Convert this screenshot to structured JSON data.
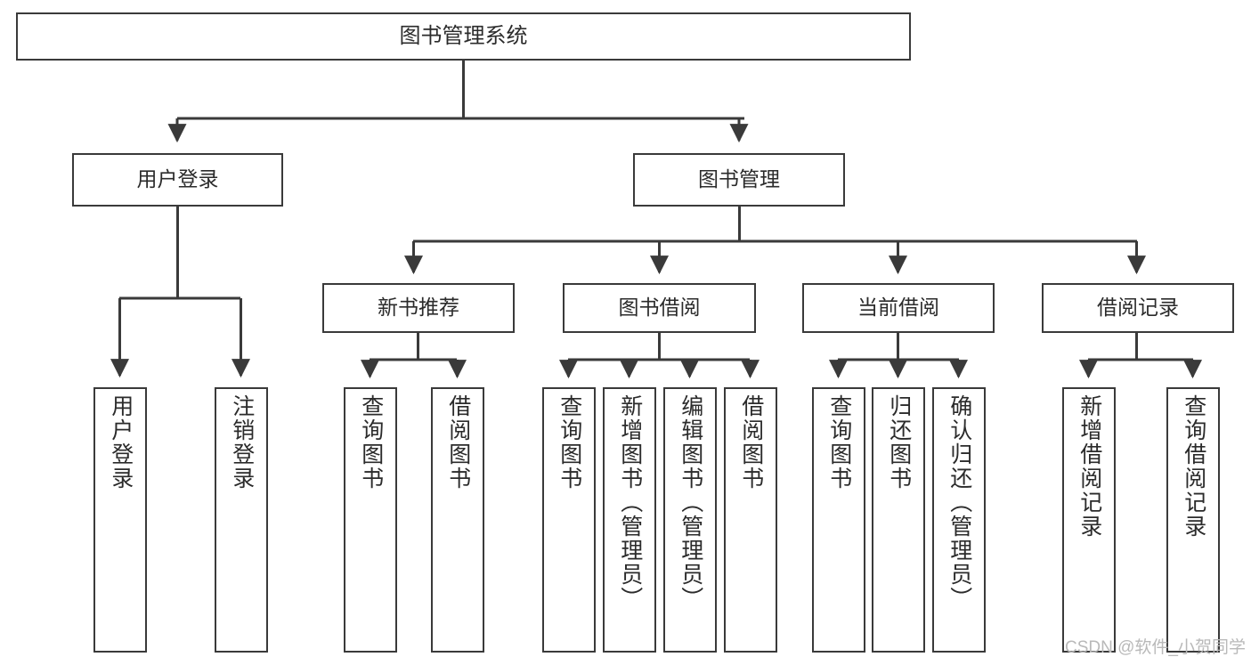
{
  "diagram": {
    "title": "图书管理系统",
    "type": "hierarchy-tree",
    "watermark": "CSDN @软件_小贺同学",
    "colors": {
      "stroke": "#3a3a3a",
      "fill": "#ffffff",
      "text": "#2b2b2b",
      "watermark": "#b9b9b9"
    },
    "nodes": {
      "root": {
        "label": "图书管理系统",
        "level": 1
      },
      "l2": [
        {
          "id": "user-login",
          "label": "用户登录",
          "level": 2
        },
        {
          "id": "book-manage",
          "label": "图书管理",
          "level": 2
        }
      ],
      "l3": [
        {
          "id": "new-book-rec",
          "label": "新书推荐",
          "level": 3
        },
        {
          "id": "book-borrow",
          "label": "图书借阅",
          "level": 3
        },
        {
          "id": "current-borrow",
          "label": "当前借阅",
          "level": 3
        },
        {
          "id": "borrow-record",
          "label": "借阅记录",
          "level": 3
        }
      ],
      "leaves": {
        "user-login": [
          {
            "id": "leaf-user-login",
            "label": "用户登录"
          },
          {
            "id": "leaf-user-logout",
            "label": "注销登录"
          }
        ],
        "new-book-rec": [
          {
            "id": "leaf-query-book-1",
            "label": "查询图书"
          },
          {
            "id": "leaf-borrow-book-1",
            "label": "借阅图书"
          }
        ],
        "book-borrow": [
          {
            "id": "leaf-query-book-2",
            "label": "查询图书"
          },
          {
            "id": "leaf-add-book",
            "label": "新增图书（管理员）"
          },
          {
            "id": "leaf-edit-book",
            "label": "编辑图书（管理员）"
          },
          {
            "id": "leaf-borrow-book-2",
            "label": "借阅图书"
          }
        ],
        "current-borrow": [
          {
            "id": "leaf-query-book-3",
            "label": "查询图书"
          },
          {
            "id": "leaf-return-book",
            "label": "归还图书"
          },
          {
            "id": "leaf-confirm-return",
            "label": "确认归还（管理员）"
          }
        ],
        "borrow-record": [
          {
            "id": "leaf-add-record",
            "label": "新增借阅记录"
          },
          {
            "id": "leaf-query-record",
            "label": "查询借阅记录"
          }
        ]
      }
    }
  }
}
